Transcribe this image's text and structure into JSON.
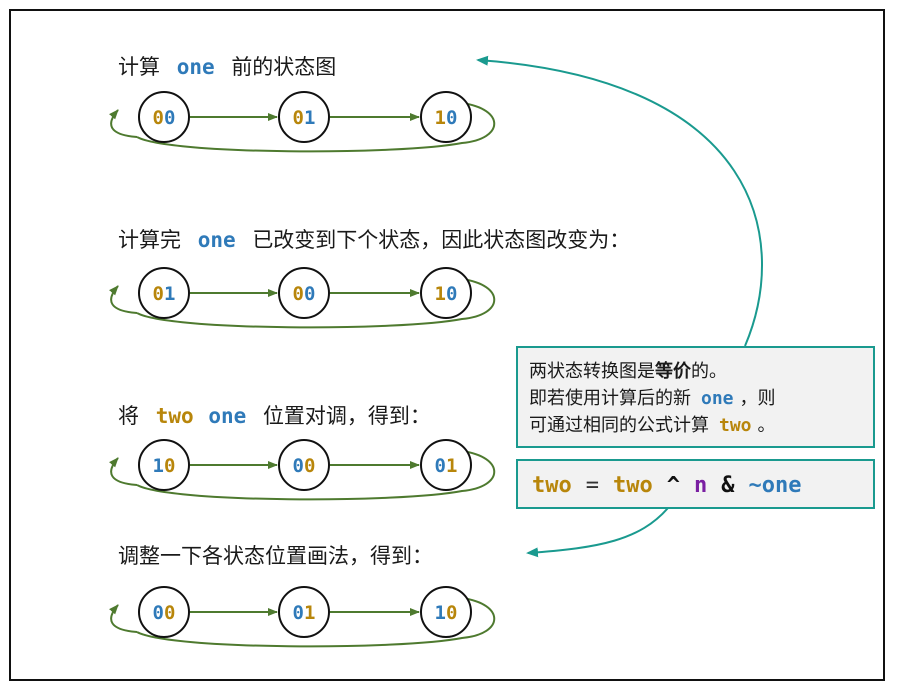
{
  "colors": {
    "one": "#2f7ab9",
    "two": "#b8860b",
    "operator": "#7a1fa2",
    "arrow_green": "#4e7a2f",
    "arrow_teal": "#1a9a8f",
    "box_fill": "#f2f2f2",
    "box_border": "#1a9a8f"
  },
  "sections": [
    {
      "title_parts": [
        {
          "text": "计算",
          "style": "plain"
        },
        {
          "text": "one",
          "style": "one"
        },
        {
          "text": "前的状态图",
          "style": "plain"
        }
      ],
      "states": [
        {
          "d1": "0",
          "c1": "two",
          "d2": "0",
          "c2": "one"
        },
        {
          "d1": "0",
          "c1": "two",
          "d2": "1",
          "c2": "one"
        },
        {
          "d1": "1",
          "c1": "two",
          "d2": "0",
          "c2": "one"
        }
      ]
    },
    {
      "title_parts": [
        {
          "text": "计算完",
          "style": "plain"
        },
        {
          "text": "one",
          "style": "one"
        },
        {
          "text": "已改变到下个状态，因此状态图改变为：",
          "style": "plain"
        }
      ],
      "states": [
        {
          "d1": "0",
          "c1": "two",
          "d2": "1",
          "c2": "one"
        },
        {
          "d1": "0",
          "c1": "two",
          "d2": "0",
          "c2": "one"
        },
        {
          "d1": "1",
          "c1": "two",
          "d2": "0",
          "c2": "one"
        }
      ]
    },
    {
      "title_parts": [
        {
          "text": "将",
          "style": "plain"
        },
        {
          "text": "two",
          "style": "two"
        },
        {
          "text": "one",
          "style": "one"
        },
        {
          "text": "位置对调，得到：",
          "style": "plain"
        }
      ],
      "states": [
        {
          "d1": "1",
          "c1": "one",
          "d2": "0",
          "c2": "two"
        },
        {
          "d1": "0",
          "c1": "one",
          "d2": "0",
          "c2": "two"
        },
        {
          "d1": "0",
          "c1": "one",
          "d2": "1",
          "c2": "two"
        }
      ]
    },
    {
      "title_parts": [
        {
          "text": "调整一下各状态位置画法，得到：",
          "style": "plain"
        }
      ],
      "states": [
        {
          "d1": "0",
          "c1": "one",
          "d2": "0",
          "c2": "two"
        },
        {
          "d1": "0",
          "c1": "one",
          "d2": "1",
          "c2": "two"
        },
        {
          "d1": "1",
          "c1": "one",
          "d2": "0",
          "c2": "two"
        }
      ]
    }
  ],
  "note_box": {
    "line1_plain": "两状态转换图是",
    "line1_bold": "等价",
    "line1_end": "的。",
    "line2_plain": "即若使用计算后的新",
    "line2_var": "one",
    "line2_end": "，则",
    "line3_plain": "可通过相同的公式计算",
    "line3_var": "two",
    "line3_end": "。"
  },
  "formula": {
    "lhs": "two",
    "eq": "=",
    "v1": "two",
    "xor": "^",
    "n": "n",
    "and": "&",
    "tilde_one": "~one"
  }
}
